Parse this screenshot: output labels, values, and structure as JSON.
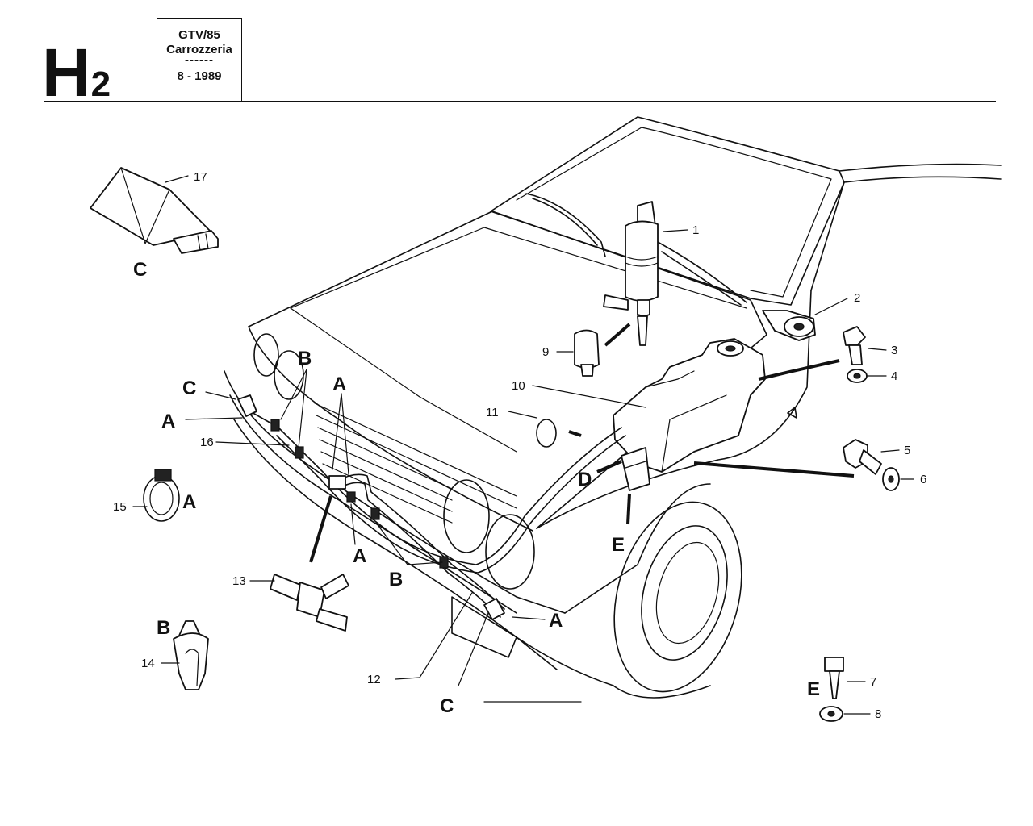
{
  "header": {
    "section_main": "H",
    "section_sub": "2",
    "model": "GTV/85",
    "group": "Carrozzeria",
    "separator": "------",
    "date": "8 - 1989"
  },
  "callouts": [
    "1",
    "2",
    "3",
    "4",
    "5",
    "6",
    "7",
    "8",
    "9",
    "10",
    "11",
    "12",
    "13",
    "14",
    "15",
    "16",
    "17"
  ],
  "letters": [
    "A",
    "B",
    "C",
    "D",
    "E"
  ]
}
